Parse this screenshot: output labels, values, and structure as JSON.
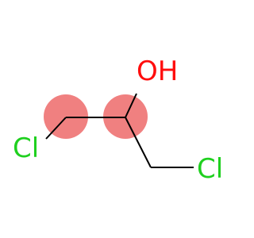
{
  "molecule": {
    "atoms": {
      "oxygen": {
        "label": "OH",
        "color": "#ff0d0d"
      },
      "chlorine_left": {
        "label": "Cl",
        "color": "#1fd01f"
      },
      "chlorine_right": {
        "label": "Cl",
        "color": "#1fd01f"
      }
    },
    "colors": {
      "bond": "#000000",
      "highlight": "#f08080"
    }
  }
}
